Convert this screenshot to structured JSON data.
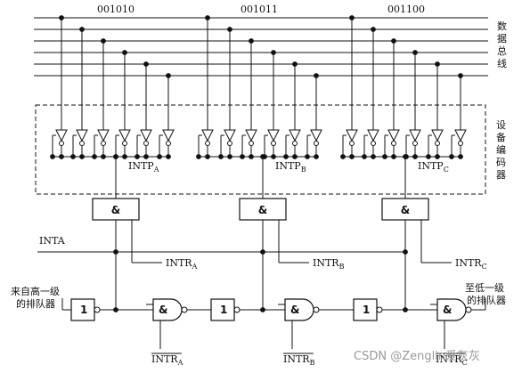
{
  "bus": {
    "label_chars": [
      "数",
      "据",
      "总",
      "线"
    ],
    "codes": [
      "001010",
      "001011",
      "001100"
    ]
  },
  "encoder": {
    "label_chars": [
      "设",
      "备",
      "编",
      "码",
      "器"
    ]
  },
  "groups": [
    {
      "intp": "INTP",
      "intp_sub": "A",
      "gate": "&",
      "intr": "INTR",
      "intr_sub": "A",
      "and_gate": "&",
      "not_gate": "1",
      "intr_bar": "INTR",
      "intr_bar_sub": "A"
    },
    {
      "intp": "INTP",
      "intp_sub": "B",
      "gate": "&",
      "intr": "INTR",
      "intr_sub": "B",
      "and_gate": "&",
      "not_gate": "1",
      "intr_bar": "INTR",
      "intr_bar_sub": "B"
    },
    {
      "intp": "INTP",
      "intp_sub": "C",
      "gate": "&",
      "intr": "INTR",
      "intr_sub": "C",
      "and_gate": "&",
      "not_gate": "1",
      "intr_bar": "INTR",
      "intr_bar_sub": "C"
    }
  ],
  "inta_label": "INTA",
  "left_input": {
    "line1": "来自高一级",
    "line2": "的排队器"
  },
  "right_output": {
    "line1": "至低一级",
    "line2": "的排队器"
  },
  "watermark": "CSDN @Zenglin爱灰灰"
}
